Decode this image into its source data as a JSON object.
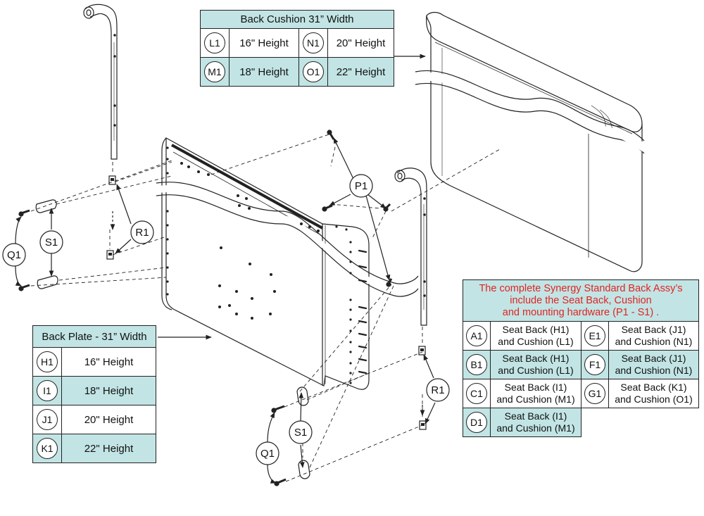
{
  "callouts": {
    "P1": "P1",
    "Q1": "Q1",
    "R1": "R1",
    "S1": "S1"
  },
  "cushion_table": {
    "title": "Back Cushion 31” Width",
    "rows": [
      [
        {
          "code": "L1",
          "label": "16\" Height"
        },
        {
          "code": "N1",
          "label": "20\" Height"
        }
      ],
      [
        {
          "code": "M1",
          "label": "18\" Height"
        },
        {
          "code": "O1",
          "label": "22\" Height"
        }
      ]
    ]
  },
  "plate_table": {
    "title": "Back Plate - 31” Width",
    "rows": [
      {
        "code": "H1",
        "label": "16\" Height"
      },
      {
        "code": "I1",
        "label": "18\" Height"
      },
      {
        "code": "J1",
        "label": "20\" Height"
      },
      {
        "code": "K1",
        "label": "22\" Height"
      }
    ]
  },
  "assy_table": {
    "title_lines": [
      "The complete Synergy Standard Back Assy’s",
      "include the Seat Back, Cushion",
      "and mounting hardware (P1 - S1) ."
    ],
    "rows": [
      [
        {
          "code": "A1",
          "line1": "Seat Back (H1)",
          "line2": "and Cushion (L1)"
        },
        {
          "code": "E1",
          "line1": "Seat Back (J1)",
          "line2": "and Cushion (N1)"
        }
      ],
      [
        {
          "code": "B1",
          "line1": "Seat Back (H1)",
          "line2": "and Cushion (L1)"
        },
        {
          "code": "F1",
          "line1": "Seat Back (J1)",
          "line2": "and Cushion (N1)"
        }
      ],
      [
        {
          "code": "C1",
          "line1": "Seat Back (I1)",
          "line2": "and Cushion (M1)"
        },
        {
          "code": "G1",
          "line1": "Seat Back (K1)",
          "line2": "and Cushion (O1)"
        }
      ],
      [
        {
          "code": "D1",
          "line1": "Seat Back (I1)",
          "line2": "and Cushion (M1)"
        }
      ]
    ]
  },
  "colors": {
    "table_highlight": "#c2e4e4",
    "title_red": "#e02424",
    "line": "#222222"
  }
}
